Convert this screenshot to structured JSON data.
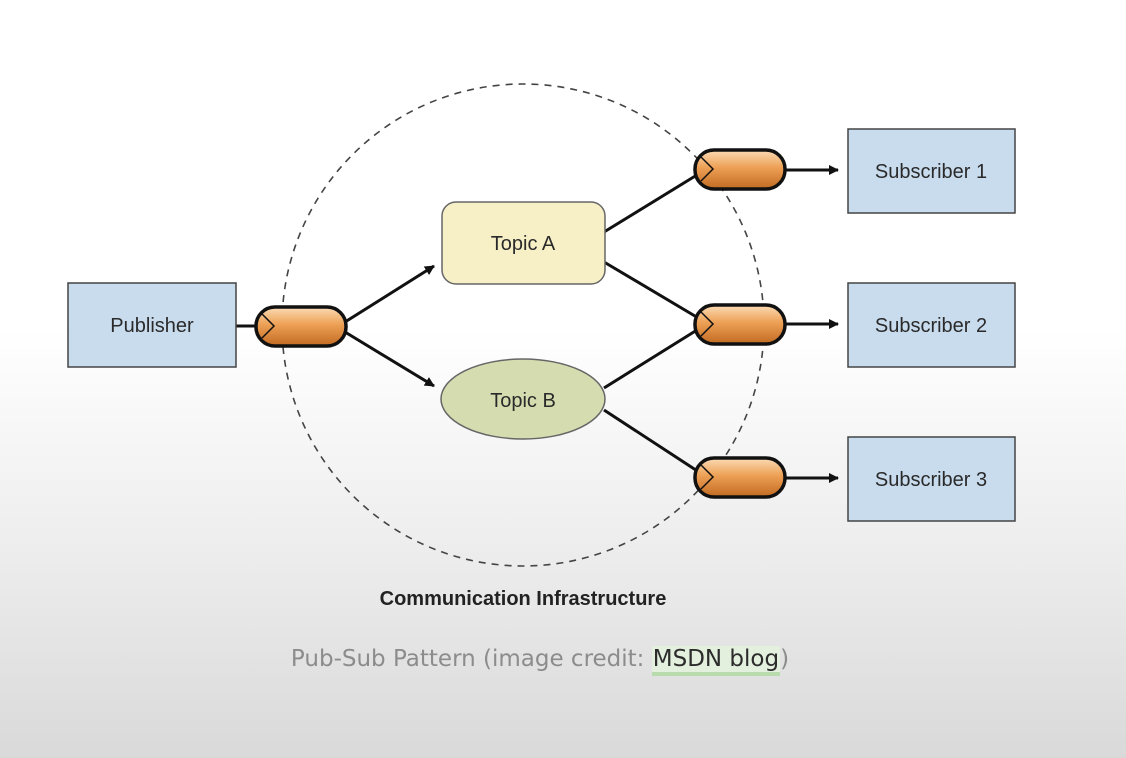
{
  "diagram": {
    "publisher": "Publisher",
    "topics": [
      "Topic A",
      "Topic B"
    ],
    "subscribers": [
      "Subscriber 1",
      "Subscriber 2",
      "Subscriber 3"
    ],
    "infrastructure_label": "Communication Infrastructure"
  },
  "caption": {
    "prefix": "Pub-Sub Pattern (image credit: ",
    "link_text": "MSDN blog",
    "suffix": ")"
  },
  "colors": {
    "node_blue_fill": "#c8dcee",
    "topic_a_fill": "#f7efc6",
    "topic_b_fill": "#d5ddb0",
    "channel_fill": "#e99a4b",
    "link_highlight": "#b9dcae"
  }
}
